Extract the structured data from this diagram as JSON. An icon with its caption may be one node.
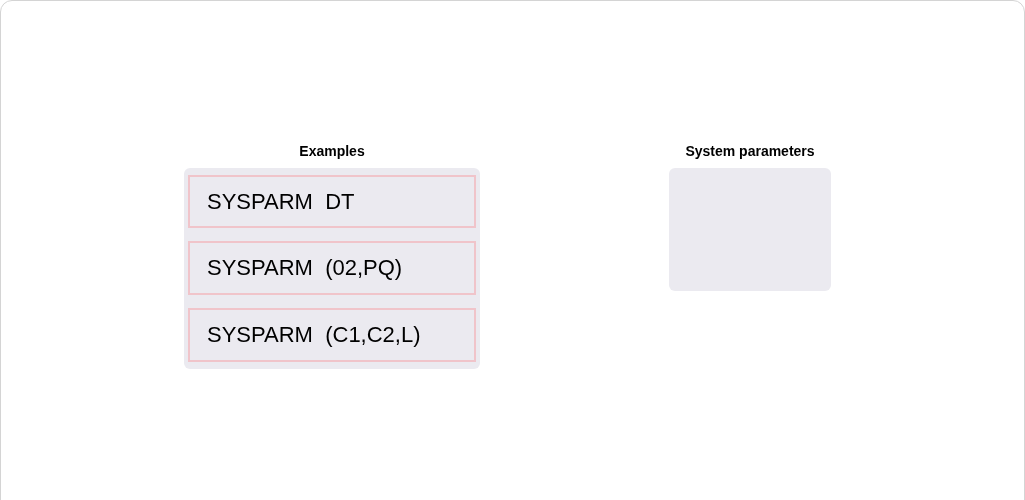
{
  "diagram": {
    "nodes": [
      {
        "text": [
          "Examples"
        ]
      },
      {
        "text": [
          "SYSPARM  DT"
        ],
        "in": 0
      },
      {
        "text": [
          "SYSPARM  (02,PQ)"
        ],
        "in": 0
      },
      {
        "text": [
          "SYSPARM  (C1,C2,L)"
        ],
        "in": 0
      },
      {
        "text": [
          "System parameters"
        ]
      }
    ]
  }
}
